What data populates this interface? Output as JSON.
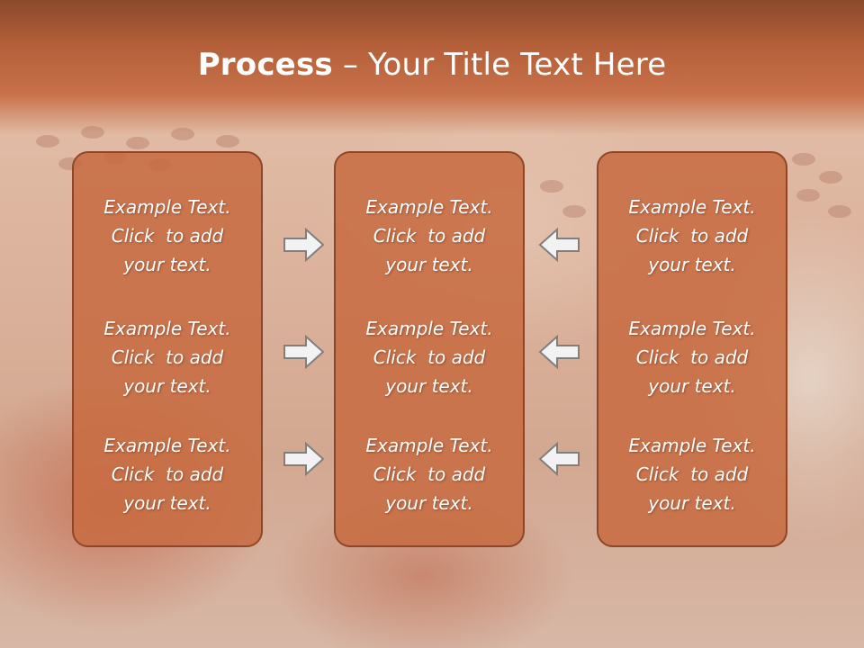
{
  "slide": {
    "title_bold": "Process",
    "title_rest": " – Your Title Text Here"
  },
  "columns": [
    {
      "blocks": [
        {
          "lines": [
            "Example Text.",
            "Click  to add",
            "your text."
          ]
        },
        {
          "lines": [
            "Example Text.",
            "Click  to add",
            "your text."
          ]
        },
        {
          "lines": [
            "Example Text.",
            "Click  to add",
            "your text."
          ]
        }
      ]
    },
    {
      "blocks": [
        {
          "lines": [
            "Example Text.",
            "Click  to add",
            "your text."
          ]
        },
        {
          "lines": [
            "Example Text.",
            "Click  to add",
            "your text."
          ]
        },
        {
          "lines": [
            "Example Text.",
            "Click  to add",
            "your text."
          ]
        }
      ]
    },
    {
      "blocks": [
        {
          "lines": [
            "Example Text.",
            "Click  to add",
            "your text."
          ]
        },
        {
          "lines": [
            "Example Text.",
            "Click  to add",
            "your text."
          ]
        },
        {
          "lines": [
            "Example Text.",
            "Click  to add",
            "your text."
          ]
        }
      ]
    }
  ],
  "arrows": {
    "left_group": [
      "arrow-right-icon",
      "arrow-right-icon",
      "arrow-right-icon"
    ],
    "right_group": [
      "arrow-left-icon",
      "arrow-left-icon",
      "arrow-left-icon"
    ]
  },
  "colors": {
    "header": "#b5603a",
    "panel_fill": "#c76c42",
    "panel_border": "#8d4727",
    "arrow_fill": "#f2f2f2",
    "arrow_stroke": "#7f7f7f"
  }
}
